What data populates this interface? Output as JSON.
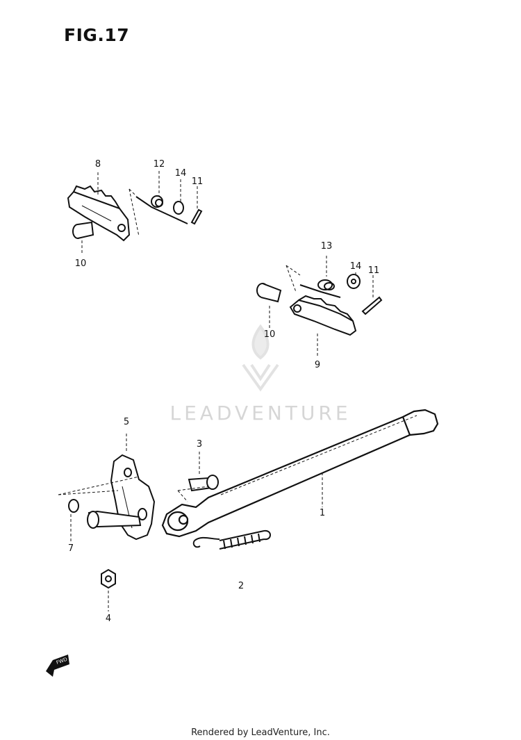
{
  "figure": {
    "title": "FIG.17",
    "watermark": "LEADVENTURE",
    "footer": "Rendered by LeadVenture, Inc.",
    "fwd_label": "FWD"
  },
  "callouts": [
    {
      "id": "8",
      "label": "8"
    },
    {
      "id": "12",
      "label": "12"
    },
    {
      "id": "14a",
      "label": "14"
    },
    {
      "id": "11a",
      "label": "11"
    },
    {
      "id": "10a",
      "label": "10"
    },
    {
      "id": "13",
      "label": "13"
    },
    {
      "id": "14b",
      "label": "14"
    },
    {
      "id": "11b",
      "label": "11"
    },
    {
      "id": "10b",
      "label": "10"
    },
    {
      "id": "9",
      "label": "9"
    },
    {
      "id": "5",
      "label": "5"
    },
    {
      "id": "3",
      "label": "3"
    },
    {
      "id": "1",
      "label": "1"
    },
    {
      "id": "7",
      "label": "7"
    },
    {
      "id": "2",
      "label": "2"
    },
    {
      "id": "4",
      "label": "4"
    }
  ]
}
